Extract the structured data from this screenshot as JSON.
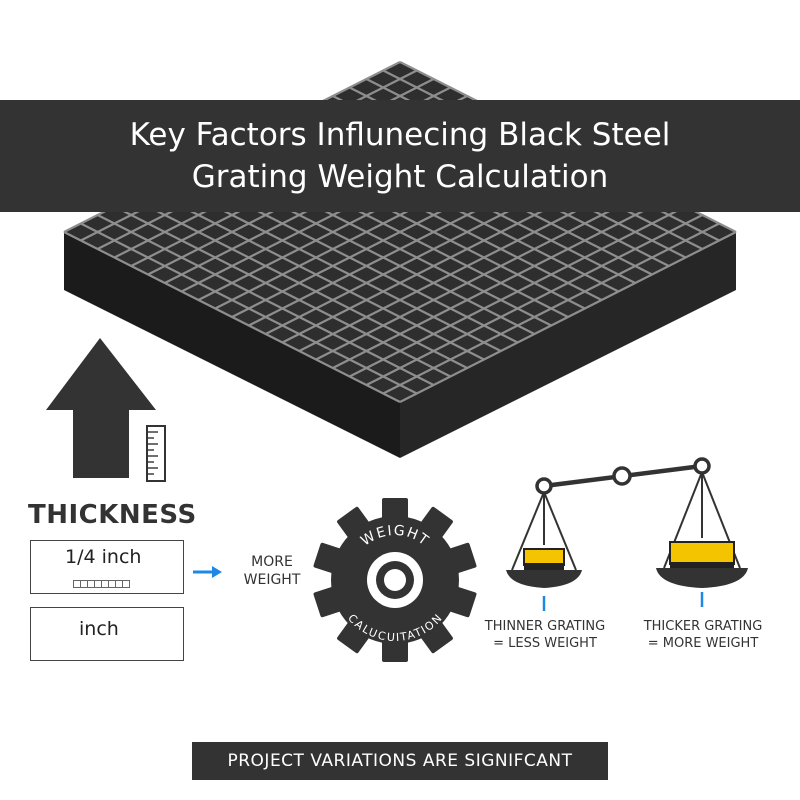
{
  "title": {
    "line1": "Key Factors Influnecing Black Steel",
    "line2": "Grating Weight Calculation"
  },
  "thickness": {
    "label": "THICKNESS",
    "box1": "1/4 inch",
    "box2": "inch"
  },
  "more_weight": {
    "line1": "MORE",
    "line2": "WEIGHT"
  },
  "gear": {
    "top_text": "WEIGHT",
    "bottom_text": "CALUCUITATION"
  },
  "scale": {
    "left_caption": {
      "line1": "THINNER GRATING",
      "line2": "= LESS WEIGHT"
    },
    "right_caption": {
      "line1": "THICKER GRATING",
      "line2": "= MORE WEIGHT"
    }
  },
  "footer": "PROJECT VARIATIONS ARE SIGNIFCANT",
  "colors": {
    "dark": "#333333",
    "grating": "#2b2b2b",
    "grating_bars": "#8a8a8a",
    "accent_blue": "#1e88e5",
    "weight_yellow": "#f5c400"
  },
  "icons": [
    "arrow-up-icon",
    "ruler-icon",
    "arrow-right-icon",
    "gear-icon",
    "balance-scale-icon"
  ]
}
